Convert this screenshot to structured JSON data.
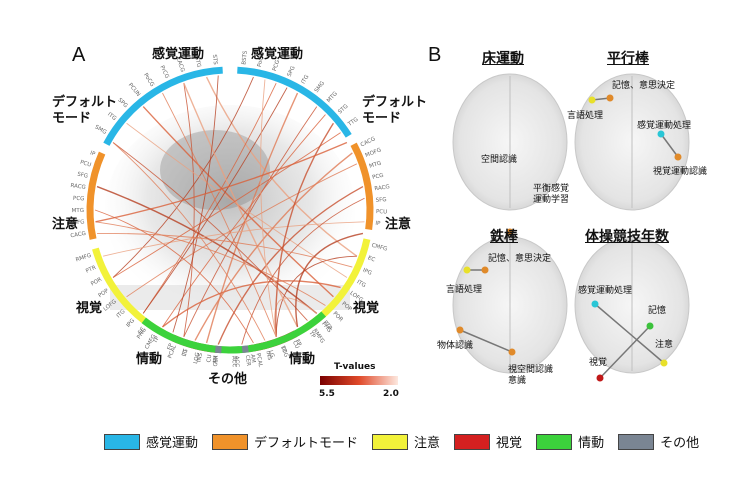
{
  "panels": {
    "a": "A",
    "b": "B"
  },
  "network_labels": {
    "sensorimotor_left": "感覚運動",
    "sensorimotor_right": "感覚運動",
    "default_left": "デフォルト\nモード",
    "default_right": "デフォルト\nモード",
    "attention_left": "注意",
    "attention_right": "注意",
    "visual_left": "視覚",
    "visual_right": "視覚",
    "emotion_left": "情動",
    "emotion_right": "情動",
    "other": "その他"
  },
  "colorbar": {
    "title": "T-values",
    "min_label": "5.5",
    "max_label": "2.0"
  },
  "brains": [
    {
      "title": "床運動",
      "labels": [
        "空間認識",
        "平衡感覚\n運動学習"
      ]
    },
    {
      "title": "平行棒",
      "labels": [
        "記憶、意思決定",
        "言語処理",
        "感覚運動処理",
        "視覚運動認識"
      ]
    },
    {
      "title": "鉄棒",
      "labels": [
        "記憶、意思決定",
        "言語処理",
        "物体認識",
        "視空間認識\n意識"
      ]
    },
    {
      "title": "体操競技年数",
      "labels": [
        "感覚運動処理",
        "記憶",
        "注意",
        "視覚"
      ]
    }
  ],
  "legend": [
    {
      "label": "感覚運動",
      "color": "#29b6e6"
    },
    {
      "label": "デフォルトモード",
      "color": "#f0922a"
    },
    {
      "label": "注意",
      "color": "#f2f23a"
    },
    {
      "label": "視覚",
      "color": "#d42020"
    },
    {
      "label": "情動",
      "color": "#3cd23c"
    },
    {
      "label": "その他",
      "color": "#7a8593"
    }
  ],
  "region_ticks": {
    "sensorimotor_a": [
      "SMG",
      "ITG",
      "SPG",
      "PCUN",
      "PoCG",
      "PrCG",
      "CACG",
      "STG",
      "STS"
    ],
    "sensorimotor_b": [
      "BSTS",
      "PoCG",
      "PCG",
      "SPG",
      "ITG",
      "SMG",
      "MTG",
      "STG",
      "TTG"
    ],
    "default_a": [
      "CACG",
      "MOFG",
      "MTG",
      "PCG",
      "RACG",
      "SFG",
      "PCU",
      "IP"
    ],
    "default_b": [
      "CACG",
      "MOFG",
      "MTG",
      "PCG",
      "RACG",
      "SFG",
      "PCU",
      "IP"
    ],
    "attention_a": [
      "CMFG",
      "EC",
      "IPG",
      "ITG",
      "LOFG",
      "POP",
      "POR",
      "PTR",
      "RMFG"
    ],
    "attention_b": [
      "CMFG",
      "EC",
      "IPG",
      "ITG",
      "LOFG",
      "POP",
      "POR",
      "PTR",
      "RMFG"
    ],
    "visual_a": [
      "CU",
      "LOG",
      "LG",
      "PCAL"
    ],
    "visual_b": [
      "CU",
      "LOG",
      "LG",
      "PCAL"
    ],
    "emotion_a": [
      "PHG",
      "TP",
      "FP",
      "TT",
      "INS",
      "AM",
      "ACC"
    ],
    "emotion_b": [
      "ACC",
      "AM",
      "INS",
      "TT",
      "FP",
      "TP",
      "PHG"
    ],
    "other_a": [
      "CER"
    ],
    "other_b": [
      "CER"
    ]
  }
}
